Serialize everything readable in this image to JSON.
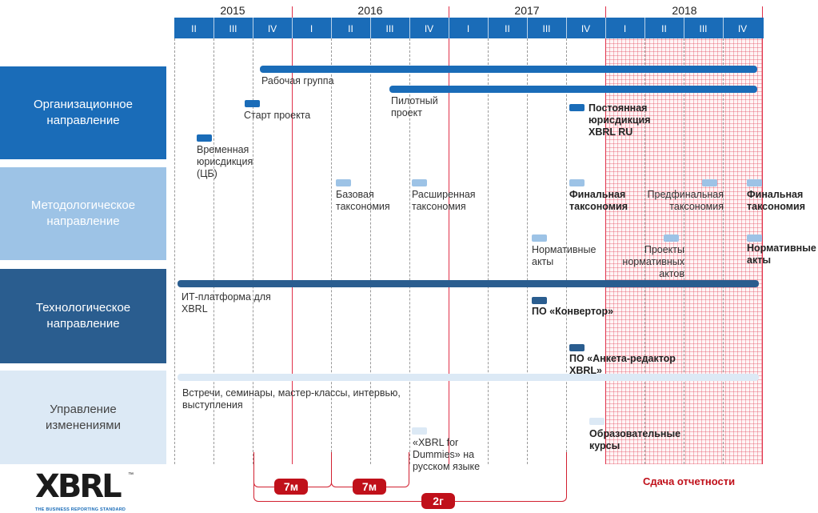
{
  "years": [
    "2015",
    "2016",
    "2017",
    "2018"
  ],
  "quarters": [
    "II",
    "III",
    "IV",
    "I",
    "II",
    "III",
    "IV",
    "I",
    "II",
    "III",
    "IV",
    "I",
    "II",
    "III",
    "IV"
  ],
  "bands": {
    "org": "Организационное направление",
    "method": "Методологическое направление",
    "tech": "Технологическое направление",
    "change": "Управление изменениями"
  },
  "labels": {
    "working_group": "Рабочая группа",
    "project_start": "Старт проекта",
    "pilot_project": "Пилотный проект",
    "temp_jurisdiction": "Временная юрисдикция (ЦБ)",
    "permanent_jurisdiction": "Постоянная юрисдикция XBRL RU",
    "base_taxonomy": "Базовая таксономия",
    "extended_taxonomy": "Расширенная таксономия",
    "final_taxonomy_2017": "Финальная таксономия",
    "prefinal_taxonomy": "Предфинальная таксономия",
    "final_taxonomy_2018": "Финальная таксономия",
    "normative_acts_2017": "Нормативные акты",
    "draft_normative_acts": "Проекты нормативных актов",
    "normative_acts_2018": "Нормативные акты",
    "it_platform": "ИТ-платформа для XBRL",
    "converter": "ПО «Конвертор»",
    "editor": "ПО «Анкета-редактор XBRL»",
    "meetings": "Встречи, семинары, мастер-классы, интервью, выступления",
    "dummies": "«XBRL for Dummies» на русском языке",
    "courses": "Образовательные курсы",
    "reporting": "Сдача отчетности"
  },
  "durations": {
    "d1": "7м",
    "d2": "7м",
    "total": "2г"
  },
  "logo": {
    "text": "XBRL",
    "tagline": "THE BUSINESS REPORTING STANDARD",
    "tm": "™"
  },
  "colors": {
    "quarter_bar": "#1a6cb8",
    "org": "#1a6cb8",
    "method": "#9dc3e6",
    "tech": "#2a5d8f",
    "change": "#dce9f5",
    "reporting": "#c0101a"
  }
}
